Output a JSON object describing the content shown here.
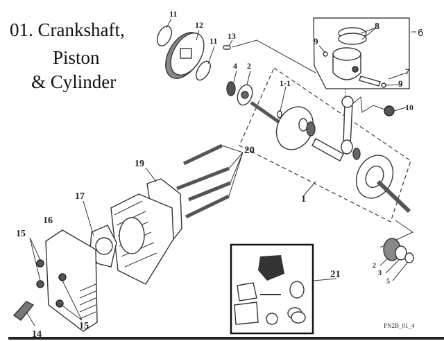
{
  "title": {
    "line1": "01. Crankshaft,",
    "line2": "Piston",
    "line3": "& Cylinder"
  },
  "callouts": {
    "c11a": "11",
    "c12": "12",
    "c11b": "11",
    "c13": "13",
    "c4": "4",
    "c2a": "2",
    "c1_1": "1-1",
    "c8": "8",
    "c6": "6",
    "c9a": "9",
    "c7": "7",
    "c9b": "9",
    "c10": "10",
    "c20": "20",
    "c19": "19",
    "c1": "1",
    "c17": "17",
    "c16": "16",
    "c15a": "15",
    "c15b": "15",
    "c14": "14",
    "c21": "21",
    "c2b": "2",
    "c3": "3",
    "c5": "5"
  },
  "diagram_code": "PN2B_01_4"
}
